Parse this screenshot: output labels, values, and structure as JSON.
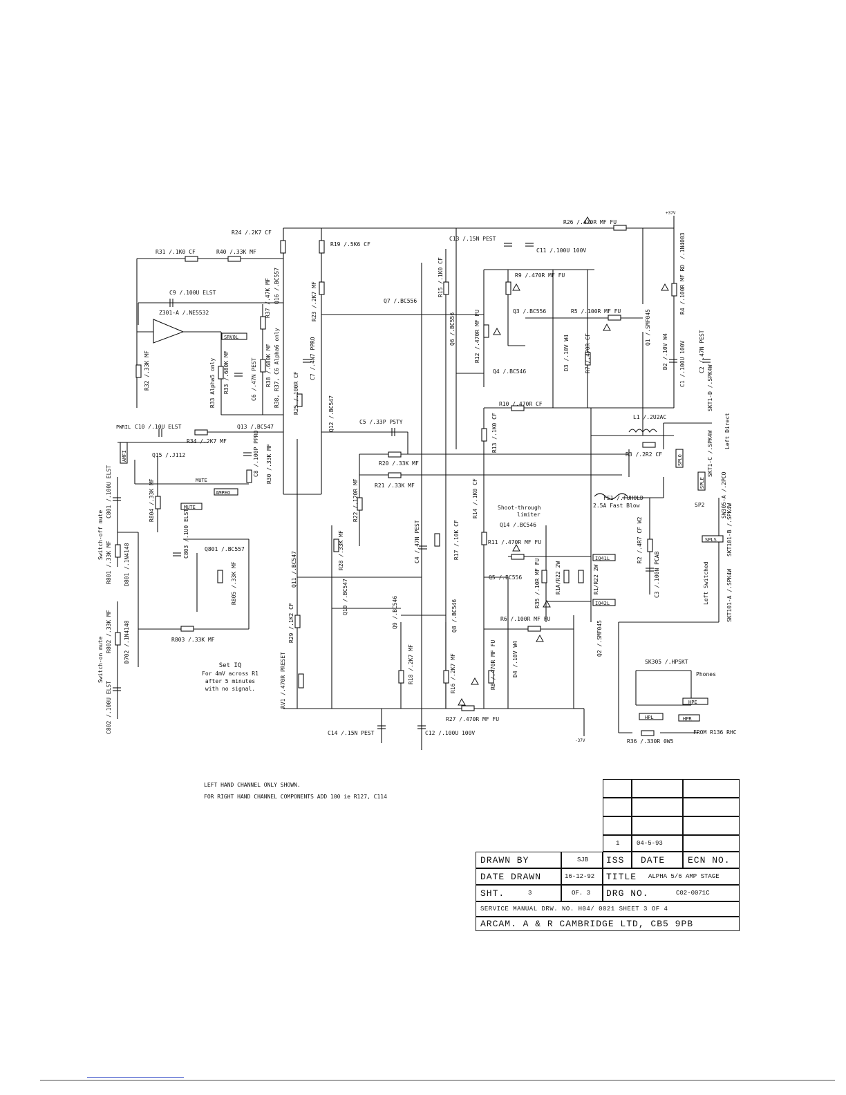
{
  "labels": {
    "r24": "R24 /.2K7 CF",
    "r19": "R19 /.5K6 CF",
    "c13": "C13 /.15N PEST",
    "r26": "R26 /.470R MF FU",
    "supply_pos": "+37V",
    "supply_neg": "-37V",
    "r31": "R31 /.1K0 CF",
    "r40": "R40 /.33K MF",
    "c11": "C11 /.100U 100V",
    "d_1n4003": "/.1N4003",
    "r9": "R9 /.470R MF FU",
    "c9": "C9 /.100U ELST",
    "z301": "Z301-A /.NE5532",
    "q7": "Q7 /.BC556",
    "q3": "Q3 /.BC556",
    "r5": "R5 /.100R MF FU",
    "q4": "Q4 /.BC546",
    "r10": "R10 /.470R CF",
    "l1": "L1 /.2U2AC",
    "r3": "R3 /.2R2 CF",
    "pwril": "PWRIL",
    "c10": "C10 /.10U ELST",
    "q13": "Q13 /.BC547",
    "c5": "C5 /.33P PSTY",
    "r34": "R34 /.2K7 MF",
    "q15": "Q15 /.J112",
    "r20": "R20 /.33K MF",
    "r21": "R21 /.33K MF",
    "mute": "MUTE",
    "fs1": "FS1 /.FUHOLD",
    "fs1_desc": "2.5A Fast Blow",
    "sp2": "SP2",
    "shoot": "Shoot-through",
    "limiter": "limiter",
    "q14": "Q14 /.BC546",
    "r11": "R11 /.470R MF FU",
    "q801": "Q801 /.BC557",
    "q5": "Q5 /.BC556",
    "r6": "R6 /.100R MF FU",
    "r803": "R803 /.33K MF",
    "sk305": "SK305 /.HPSKT",
    "phones": "Phones",
    "from_r136": "FROM R136 RHC",
    "r36": "R36 /.330R 0W5",
    "c14": "C14 /.15N PEST",
    "c12": "C12 /.100U 100V",
    "r27": "R27 /.470R MF FU",
    "left_direct": "Left Direct",
    "left_switched": "Left Switched"
  },
  "vlabels": {
    "q16": "Q16 /.BC557",
    "r37": "R37 /.47K MF",
    "r23": "R23 /.2K7 MF",
    "r15": "R15 /.1K0 CF",
    "q6": "Q6 /.BC556",
    "r12": "R12 /.470R MF FU",
    "r4": "R4 /.100R MF RD",
    "q1": "Q1 /.SMF045",
    "c2": "C2 /.47N PEST",
    "c1": "C1 /.100U 100V",
    "d2": "D2 /.10V W4",
    "d3": "D3 /.10V W4",
    "r7": "R7 /.470R CF",
    "r32": "R32 /.33K MF",
    "r33a": "R33 Alpha5 only",
    "r33": "R33 /.680K MF",
    "c6": "C6 /.47N PEST",
    "r38": "R38 /.680K MF",
    "r38note": "R38, R37, C6 Alpha6 only",
    "r25": "R25 /.100R CF",
    "c7": "C7 /.4N7 PPRO",
    "q12": "Q12 /.BC547",
    "r13": "R13 /.1K0 CF",
    "skt1d": "SKT1-D /.SPK4W",
    "skt1c": "SKT1-C /.SPK4W",
    "sw305": "SW305-A /.2PCO",
    "skt101b": "SKT101-B /.SPK4W",
    "skt101a": "SKT101-A /.SPK4W",
    "c8": "C8 /.100P PPRO",
    "r30": "R30 /.33K MF",
    "r804": "R804 /.33K MF",
    "c801": "C801 /.100U ELST",
    "r801": "R801 /.33K MF",
    "d801": "D801 /.1N4148",
    "switch_off": "Switch-off mute",
    "c803": "C803 /.1U0 ELST",
    "r805": "R805 /.33K MF",
    "r22": "R22 /.120R MF",
    "r28": "R28 /.33K MF",
    "c4": "C4 /.47N PEST",
    "r17": "R17 /.10K CF",
    "r14": "R14 /.1K0 CF",
    "r2": "R2 /.4R7 CF W2",
    "c3": "C3 /.100N PCAB",
    "q11": "Q11 /.BC547",
    "q10": "Q10 /.BC547",
    "q9": "Q9 /.BC546",
    "q8": "Q8 /.BC546",
    "r35": "R35 /.10R MF FU",
    "r1a": "R1A/R22 2W",
    "r1": "R1/R22 2W",
    "q2": "Q2 /.SMF045",
    "r802": "R802 /.33K MF",
    "d702": "D702 /.1N4148",
    "switch_on": "Switch-on mute",
    "c802": "C802 /.100U ELST",
    "r29": "R29 /.1K2 CF",
    "rv1": "RV1 /.470R PRESET",
    "r18": "R18 /.2K7 MF",
    "r16": "R16 /.2K7 MF",
    "r8": "R8 /.470R MF FU",
    "d4": "D4 /.10V W4"
  },
  "tags": {
    "amfi": "AMFI",
    "srvol": "SRVOL",
    "ampeo": "AMPEO",
    "mute": "MUTE",
    "splo": "SPLO",
    "sple": "SPLE",
    "spls": "SPLS",
    "iq41": "IQ41L",
    "iq42": "IQ42L",
    "hpe": "HPE",
    "hpl": "HPL",
    "hpr": "HPR"
  },
  "set_iq": {
    "title": "Set IQ",
    "line1": "For 4mV across R1",
    "line2": "after 5 minutes",
    "line3": "with no signal."
  },
  "notes": {
    "line1": "LEFT HAND CHANNEL ONLY SHOWN.",
    "line2": "FOR RIGHT HAND CHANNEL COMPONENTS ADD 100 ie R127, C114"
  },
  "revision": {
    "iss": "1",
    "date": "04-5-93"
  },
  "title_block": {
    "drawn_by_label": "DRAWN BY",
    "drawn_by": "SJB",
    "iss_label": "ISS",
    "date_label": "DATE",
    "ecn_label": "ECN NO.",
    "date_drawn_label": "DATE DRAWN",
    "date_drawn": "16-12-92",
    "title_label": "TITLE",
    "title": "ALPHA 5/6 AMP STAGE",
    "sht_label": "SHT.",
    "sht": "3",
    "of_label": "OF. 3",
    "drg_label": "DRG NO.",
    "drg": "C02-0071C",
    "service": "SERVICE MANUAL DRW. NO. H04/ 0021   SHEET  3  OF 4",
    "company": "ARCAM.  A & R CAMBRIDGE LTD,  CB5 9PB"
  }
}
